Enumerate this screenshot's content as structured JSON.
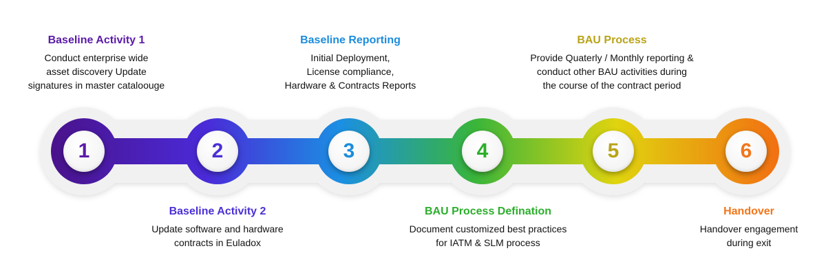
{
  "steps": [
    {
      "number": "1",
      "title": "Baseline Activity 1",
      "lines": [
        "Conduct enterprise wide",
        "asset discovery Update",
        "signatures in master cataloouge"
      ],
      "color": "#5b1aa8",
      "ring": "#4a1187",
      "position": "top"
    },
    {
      "number": "2",
      "title": "Baseline Activity 2",
      "lines": [
        "Update software and hardware",
        "contracts in Euladox"
      ],
      "color": "#4d2fd6",
      "ring": "#4a28d8",
      "position": "bottom"
    },
    {
      "number": "3",
      "title": "Baseline Reporting",
      "lines": [
        "Initial Deployment,",
        "License compliance,",
        "Hardware & Contracts Reports"
      ],
      "color": "#1c8ddc",
      "ring": "#1b8fe3",
      "position": "top"
    },
    {
      "number": "4",
      "title": "BAU Process Defination",
      "lines": [
        "Document customized best practices",
        "for IATM & SLM process"
      ],
      "color": "#2cae2c",
      "ring": "#39b53a",
      "position": "bottom"
    },
    {
      "number": "5",
      "title": "BAU Process",
      "lines": [
        "Provide Quaterly / Monthly reporting &",
        "conduct other BAU activities during",
        "the course of the contract period"
      ],
      "color": "#b9a417",
      "ring": "#e0d40f",
      "position": "top"
    },
    {
      "number": "6",
      "title": "Handover",
      "lines": [
        "Handover engagement",
        "during exit"
      ],
      "color": "#f2761a",
      "ring": "#f36a12",
      "position": "bottom"
    }
  ]
}
